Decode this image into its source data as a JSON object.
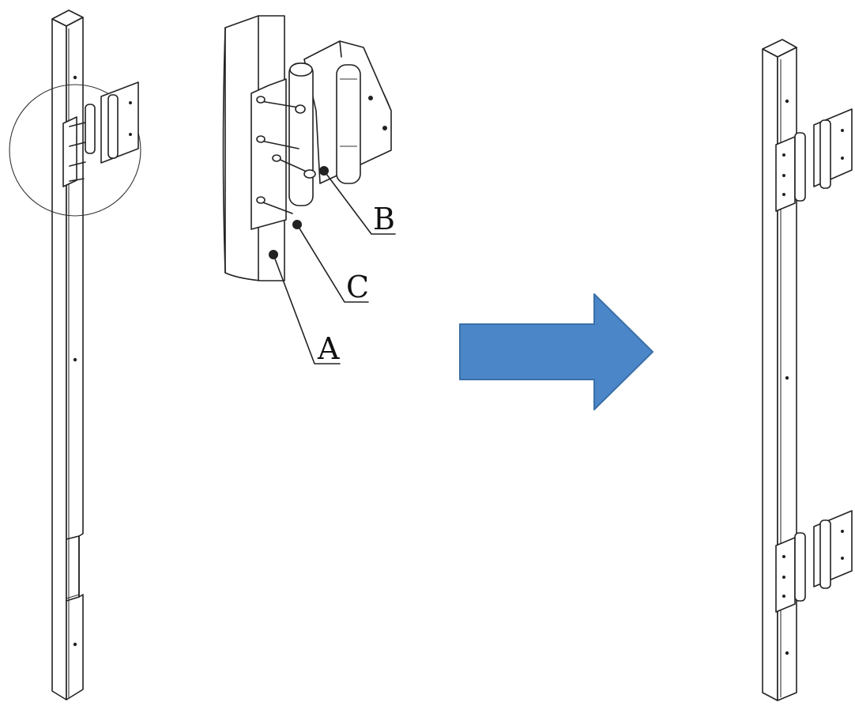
{
  "callouts": {
    "a": "A",
    "b": "B",
    "c": "C"
  },
  "colors": {
    "arrow_fill": "#4a86c8",
    "arrow_stroke": "#3a6fa8",
    "line": "#222222"
  }
}
